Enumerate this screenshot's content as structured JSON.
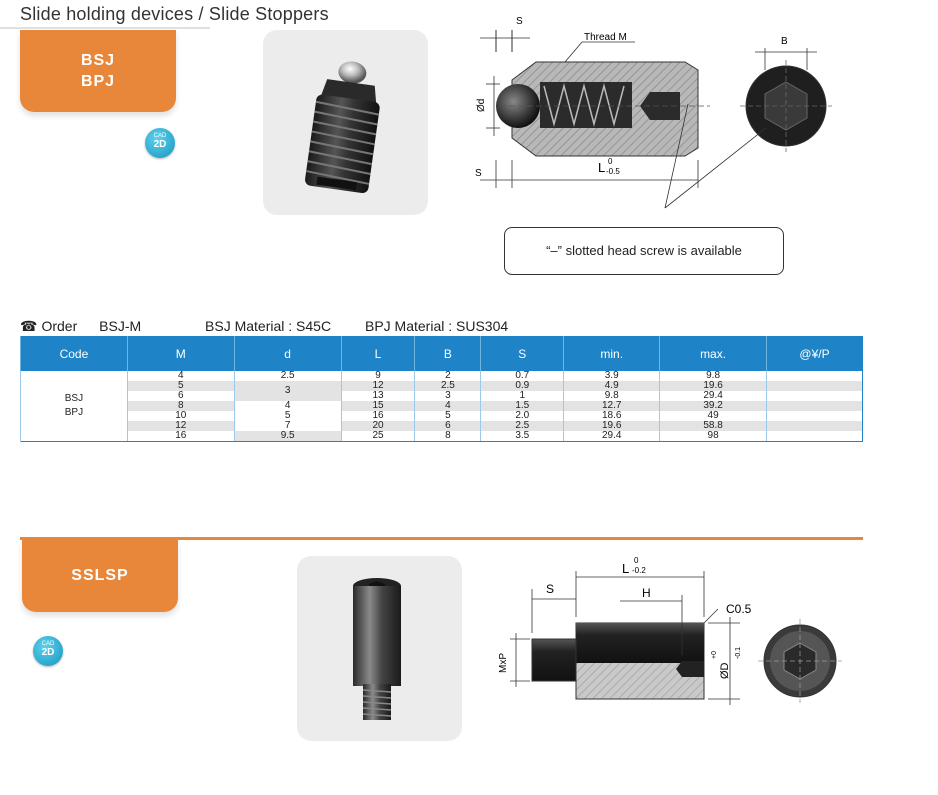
{
  "page": {
    "title": "Slide holding devices / Slide Stoppers"
  },
  "product1": {
    "tab_line1": "BSJ",
    "tab_line2": "BPJ",
    "cad_small": "CAD",
    "cad_big": "2D",
    "drawing": {
      "s_top": "S",
      "thread": "Thread M",
      "b": "B",
      "d": "Ød",
      "s_bottom": "S",
      "l": "L",
      "l_tol_upper": "0",
      "l_tol_lower": "-0.5"
    },
    "callout": "“–” slotted head screw is available"
  },
  "order": {
    "label": "Order",
    "code": "BSJ-M",
    "bsj_material": "BSJ  Material  : S45C",
    "bpj_material": "BPJ  Material  : SUS304"
  },
  "table": {
    "headers": [
      "Code",
      "M",
      "d",
      "L",
      "B",
      "S",
      "min.",
      "max.",
      "@¥/P"
    ],
    "code_lines": [
      "BSJ",
      "BPJ"
    ],
    "rows": [
      {
        "M": "4",
        "d": "2.5",
        "L": "9",
        "B": "2",
        "S": "0.7",
        "min": "3.9",
        "max": "9.8"
      },
      {
        "M": "5",
        "d": "3",
        "L": "12",
        "B": "2.5",
        "S": "0.9",
        "min": "4.9",
        "max": "19.6"
      },
      {
        "M": "6",
        "d": "",
        "L": "13",
        "B": "3",
        "S": "1",
        "min": "9.8",
        "max": "29.4"
      },
      {
        "M": "8",
        "d": "4",
        "L": "15",
        "B": "4",
        "S": "1.5",
        "min": "12.7",
        "max": "39.2"
      },
      {
        "M": "10",
        "d": "5",
        "L": "16",
        "B": "5",
        "S": "2.0",
        "min": "18.6",
        "max": "49"
      },
      {
        "M": "12",
        "d": "7",
        "L": "20",
        "B": "6",
        "S": "2.5",
        "min": "19.6",
        "max": "58.8"
      },
      {
        "M": "16",
        "d": "9.5",
        "L": "25",
        "B": "8",
        "S": "3.5",
        "min": "29.4",
        "max": "98"
      }
    ]
  },
  "product2": {
    "tab": "SSLSP",
    "cad_small": "CAD",
    "cad_big": "2D",
    "drawing": {
      "l": "L",
      "l_tol_upper": "0",
      "l_tol_lower": "-0.2",
      "s": "S",
      "h": "H",
      "c": "C0.5",
      "mxp": "MxP",
      "d": "ØD",
      "d_tol_upper": "+0",
      "d_tol_lower": "-0.1"
    }
  }
}
